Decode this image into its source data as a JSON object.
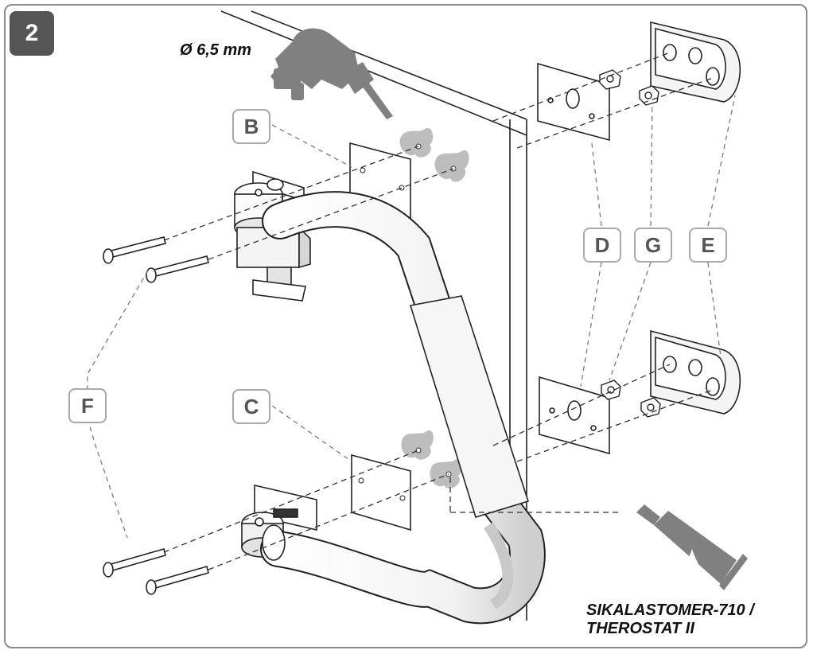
{
  "step_number": "2",
  "drill_spec": "Ø 6,5 mm",
  "sealant": {
    "line1": "SIKALASTOMER-710 /",
    "line2": "THEROSTAT II"
  },
  "labels": {
    "B": "B",
    "C": "C",
    "D": "D",
    "E": "E",
    "F": "F",
    "G": "G"
  },
  "colors": {
    "badge": "#555555",
    "label_border": "#a8a8a8",
    "icon_grey": "#808080",
    "leader_line": "#7a7a7a"
  }
}
